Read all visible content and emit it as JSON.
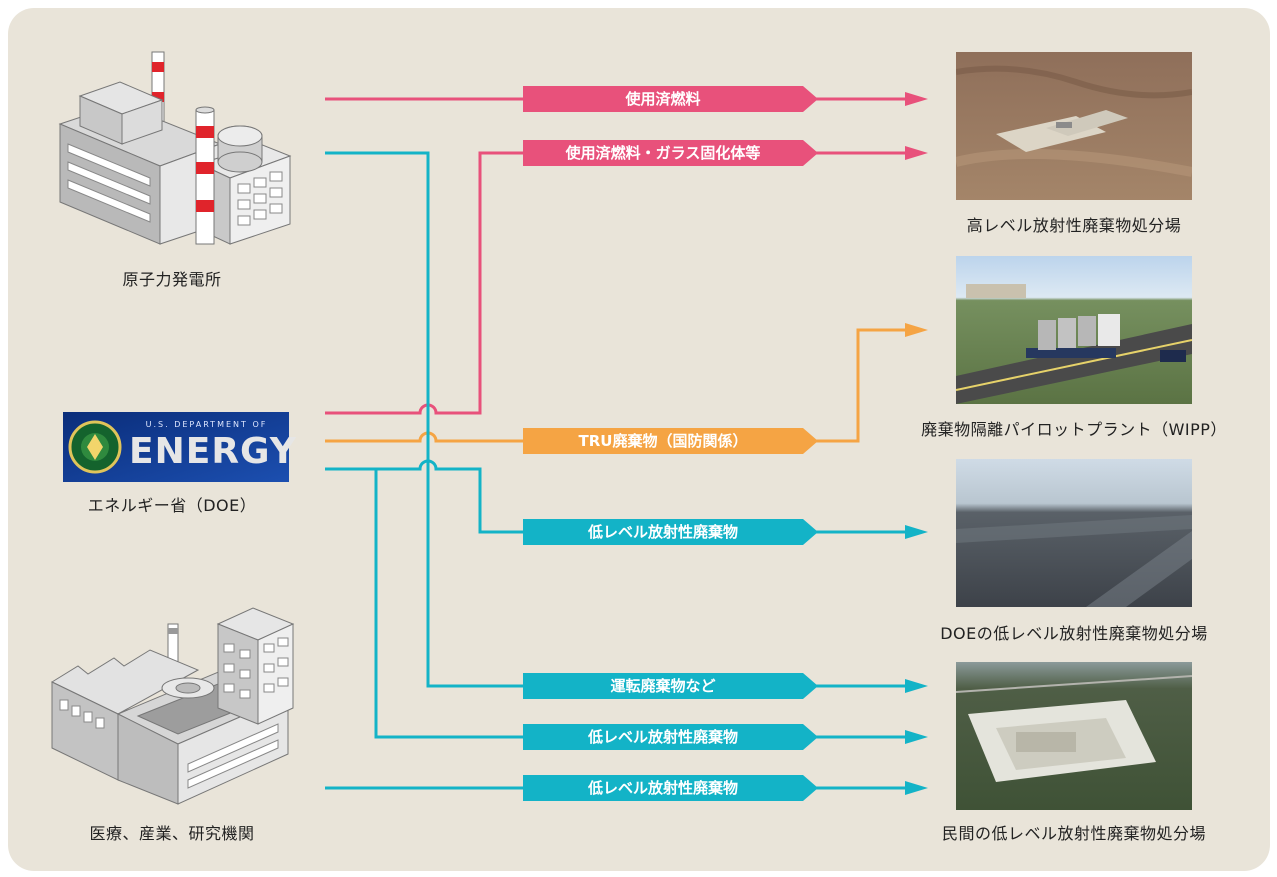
{
  "sources": {
    "nuclear_plant": {
      "label": "原子力発電所",
      "icon": "nuclear-power-plant-icon"
    },
    "doe": {
      "label": "エネルギー省（DOE）",
      "logo_top": "U.S. DEPARTMENT OF",
      "logo_main": "ENERGY",
      "icon": "doe-logo-icon"
    },
    "medical": {
      "label": "医療、産業、研究機関",
      "icon": "research-facility-icon"
    }
  },
  "flows": [
    {
      "label": "使用済燃料",
      "color": "#e8517b"
    },
    {
      "label": "使用済燃料・ガラス固化体等",
      "color": "#e8517b"
    },
    {
      "label": "TRU廃棄物（国防関係）",
      "color": "#f5a444"
    },
    {
      "label": "低レベル放射性廃棄物",
      "color": "#13b3c7"
    },
    {
      "label": "運転廃棄物など",
      "color": "#13b3c7"
    },
    {
      "label": "低レベル放射性廃棄物",
      "color": "#13b3c7"
    },
    {
      "label": "低レベル放射性廃棄物",
      "color": "#13b3c7"
    }
  ],
  "destinations": {
    "hlw": {
      "label": "高レベル放射性廃棄物処分場",
      "image": "repository-aerial-photo"
    },
    "wipp": {
      "label": "廃棄物隔離パイロットプラント（WIPP）",
      "image": "wipp-truck-photo"
    },
    "doe_llw": {
      "label": "DOEの低レベル放射性廃棄物処分場",
      "image": "doe-disposal-site-photo"
    },
    "private_llw": {
      "label": "民間の低レベル放射性廃棄物処分場",
      "image": "private-disposal-site-photo"
    }
  },
  "colors": {
    "pink": "#e8517b",
    "orange": "#f5a444",
    "cyan": "#13b3c7",
    "background": "#e9e4d9"
  }
}
